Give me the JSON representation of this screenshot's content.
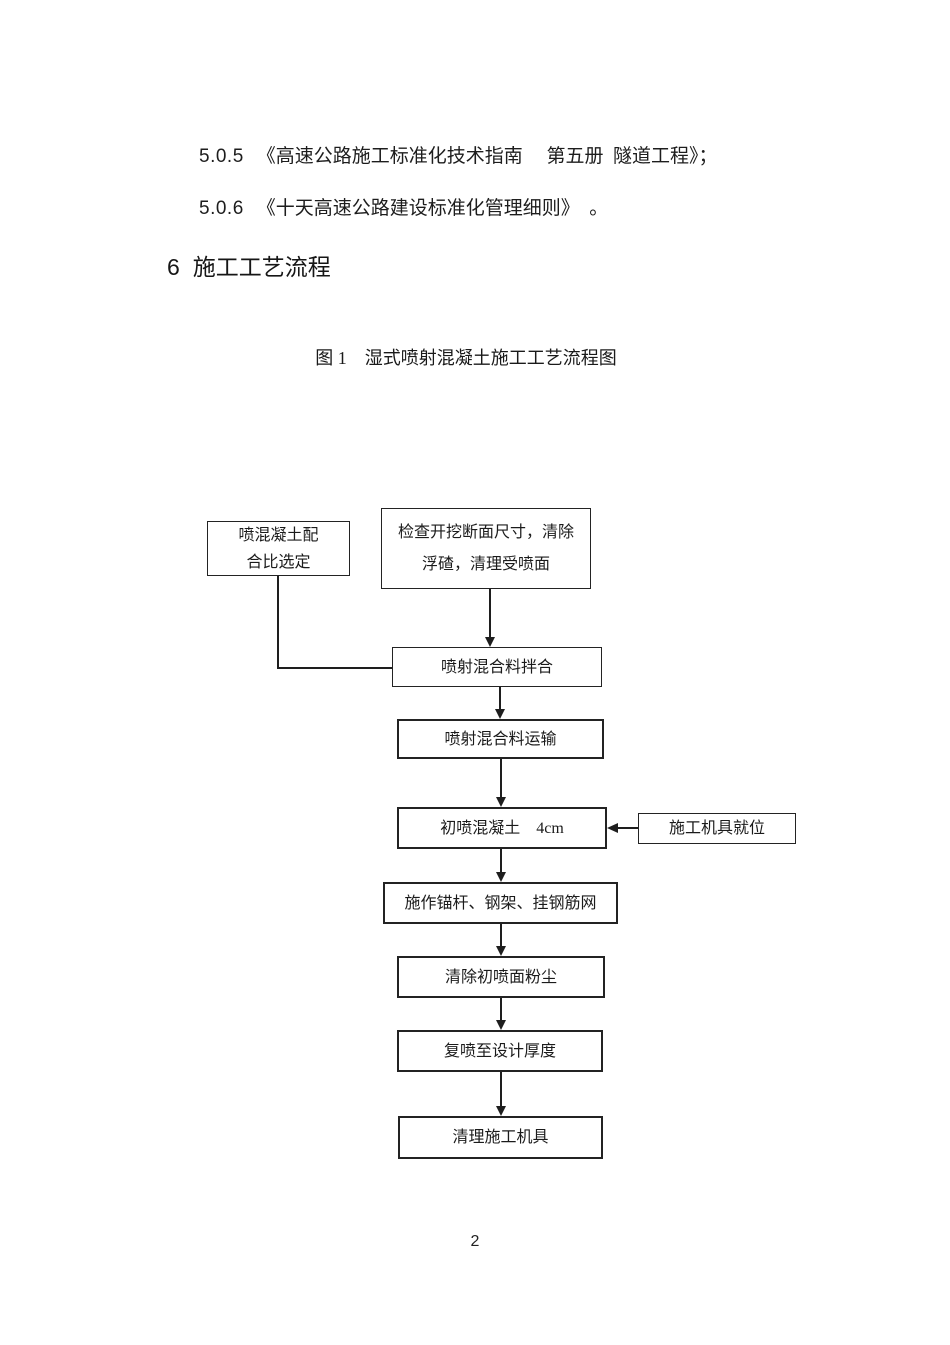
{
  "references": {
    "items": [
      {
        "num": "5.0.5",
        "text": "《高速公路施工标准化技术指南　 第五册  隧道工程》；"
      },
      {
        "num": "5.0.6",
        "text": "《十天高速公路建设标准化管理细则》　。"
      }
    ]
  },
  "heading": {
    "number": "6",
    "title": "施工工艺流程"
  },
  "figure": {
    "caption": "图 1　湿式喷射混凝土施工工艺流程图"
  },
  "flowchart": {
    "nodes": {
      "mix_design_line1": "喷混凝土配",
      "mix_design_line2": "合比选定",
      "check_line1": "检查开挖断面尺寸，清除",
      "check_line2": "浮碴，清理受喷面",
      "mixing": "喷射混合料拌合",
      "transport": "喷射混合料运输",
      "initial_spray": "初喷混凝土　4cm",
      "equipment": "施工机具就位",
      "anchor": "施作锚杆、钢架、挂钢筋网",
      "clean_dust": "清除初喷面粉尘",
      "respray": "复喷至设计厚度",
      "clean_tools": "清理施工机具"
    }
  },
  "page": {
    "number": "2"
  }
}
